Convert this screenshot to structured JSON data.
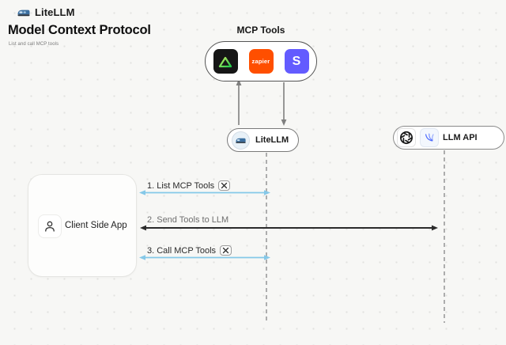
{
  "header": {
    "brand": "LiteLLM",
    "title": "Model Context Protocol",
    "subtitle": "List and call MCP tools"
  },
  "mcp_tools": {
    "label": "MCP Tools",
    "tools": [
      {
        "name": "green-triangle-tool",
        "bg": "#161616"
      },
      {
        "name": "zapier",
        "text": "zapier",
        "bg": "#ff4f00"
      },
      {
        "name": "stripe",
        "text": "S",
        "bg": "#635bff"
      }
    ]
  },
  "nodes": {
    "litellm": {
      "label": "LiteLLM"
    },
    "llm_api": {
      "label": "LLM API"
    },
    "client": {
      "label": "Client Side App"
    }
  },
  "messages": [
    {
      "label": "1. List MCP Tools",
      "tools_icon": true,
      "arrow_color": "#85c8e8",
      "direction": "both",
      "from": "client",
      "to": "litellm"
    },
    {
      "label": "2. Send Tools to LLM",
      "tools_icon": false,
      "arrow_color": "#2b2b2b",
      "direction": "both",
      "from": "client",
      "to": "llm_api"
    },
    {
      "label": "3. Call MCP Tools",
      "tools_icon": true,
      "arrow_color": "#85c8e8",
      "direction": "both",
      "from": "client",
      "to": "litellm"
    }
  ],
  "colors": {
    "background": "#f7f7f5",
    "dot_grid": "#e2e2df",
    "blue_arrow": "#85c8e8",
    "black_arrow": "#2b2b2b",
    "lifeline": "#adadad",
    "zapier_orange": "#ff4f00",
    "stripe_purple": "#635bff",
    "tool_tile_black": "#161616",
    "triangle_green": "#2fc94a"
  }
}
